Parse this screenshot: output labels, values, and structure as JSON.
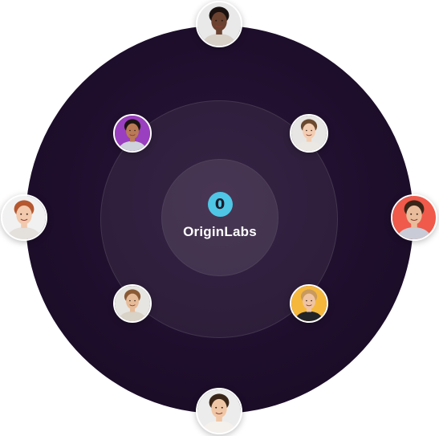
{
  "brand": {
    "logo_letter": "0",
    "name": "OriginLabs",
    "logo_color": "#4fc6e6"
  },
  "avatars": [
    {
      "id": "top",
      "bg": "#e9e9ea",
      "skin": "#6b4230",
      "hair": "#1a1210",
      "shirt": "#d8d1c8"
    },
    {
      "id": "left",
      "bg": "#f1f1f1",
      "skin": "#f2c9ad",
      "hair": "#b5572f",
      "shirt": "#e4e0dc"
    },
    {
      "id": "right",
      "bg": "#ef5a4b",
      "skin": "#e9bd9c",
      "hair": "#3a2618",
      "shirt": "#c9ccd6"
    },
    {
      "id": "bottom",
      "bg": "#ececec",
      "skin": "#f0c7a6",
      "hair": "#3a2618",
      "shirt": "#f4f1ec"
    },
    {
      "id": "inner-top-left",
      "bg": "#9a3fbf",
      "skin": "#b97a55",
      "hair": "#1c1412",
      "shirt": "#cfd3db"
    },
    {
      "id": "inner-top-right",
      "bg": "#e8e6e4",
      "skin": "#f3cdb2",
      "hair": "#6b4a30",
      "shirt": "#ebe7e2"
    },
    {
      "id": "inner-bottom-left",
      "bg": "#e7e5e1",
      "skin": "#e6bb98",
      "hair": "#8a5a34",
      "shirt": "#d9d2c6"
    },
    {
      "id": "inner-bottom-right",
      "bg": "#f5b83c",
      "skin": "#efc4a3",
      "hair": "#c99a5e",
      "shirt": "#222428"
    }
  ]
}
